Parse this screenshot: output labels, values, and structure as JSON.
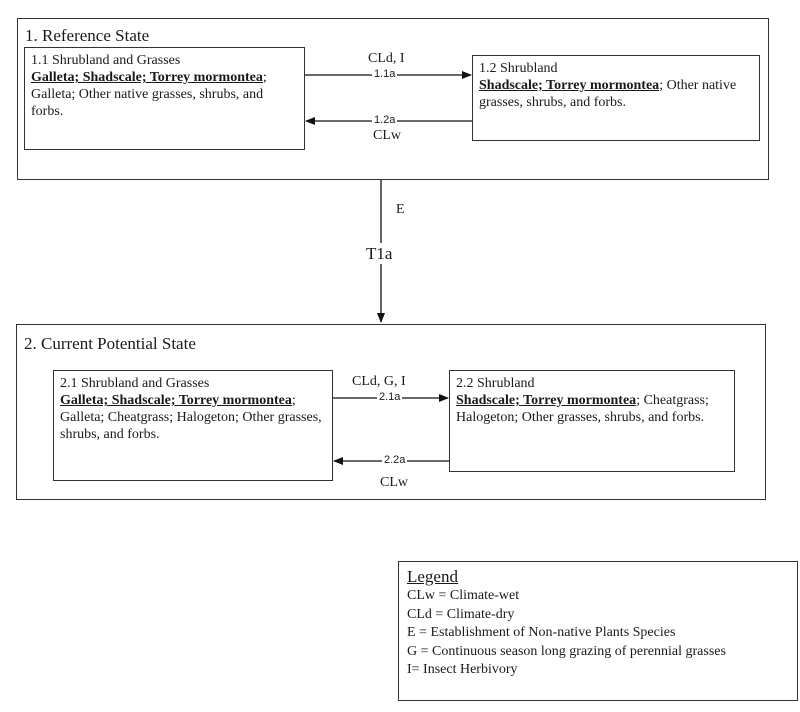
{
  "state1": {
    "title": "1. Reference State",
    "phase1": {
      "title": "1.1  Shrubland and Grasses",
      "bold": "Galleta; Shadscale; Torrey mormontea",
      "rest": "; Galleta; Other native grasses, shrubs, and forbs."
    },
    "phase2": {
      "title": "1.2 Shrubland",
      "bold": "Shadscale; Torrey mormontea",
      "rest": "; Other native grasses, shrubs, and forbs."
    },
    "forward": {
      "label": "CLd, I",
      "code": "1.1a"
    },
    "back": {
      "label": "CLw",
      "code": "1.2a"
    }
  },
  "transition": {
    "driver": "E",
    "code": "T1a"
  },
  "state2": {
    "title": "2. Current Potential State",
    "phase1": {
      "title": "2.1 Shrubland and Grasses",
      "bold": "Galleta; Shadscale; Torrey mormontea",
      "rest": "; Galleta; Cheatgrass; Halogeton; Other grasses, shrubs, and forbs."
    },
    "phase2": {
      "title": "2.2  Shrubland",
      "bold": "Shadscale; Torrey mormontea",
      "rest": "; Cheatgrass; Halogeton; Other grasses, shrubs, and forbs."
    },
    "forward": {
      "label": "CLd, G, I",
      "code": "2.1a"
    },
    "back": {
      "label": "CLw",
      "code": "2.2a"
    }
  },
  "legend": {
    "title": "Legend",
    "items": [
      "CLw = Climate-wet",
      "CLd = Climate-dry",
      "E = Establishment of Non-native Plants Species",
      "G = Continuous season long grazing of perennial grasses",
      "I= Insect Herbivory"
    ]
  }
}
